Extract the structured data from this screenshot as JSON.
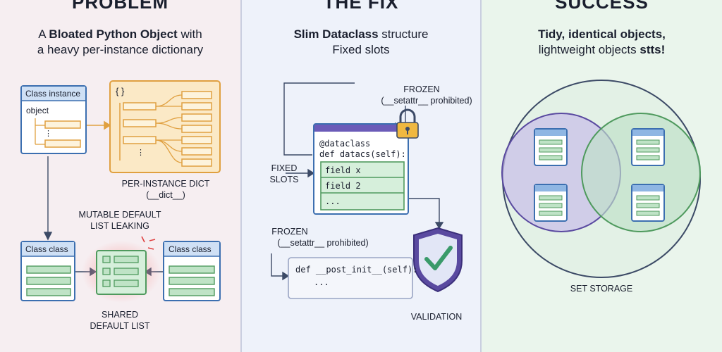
{
  "problem": {
    "heading": "PROBLEM",
    "subtitle_prefix": "A ",
    "subtitle_bold": "Bloated Python Object",
    "subtitle_suffix": " with",
    "subtitle_line2": "a heavy per-instance dictionary",
    "class_instance_title": "Class instance",
    "object_label": "object",
    "dict_brace": "{ }",
    "dict_dots": "⋮",
    "per_instance_dict_label": "PER-INSTANCE DICT",
    "dict_name": "(__dict__)",
    "mutable_default_label": "MUTABLE DEFAULT",
    "list_leaking_label": "LIST LEAKING",
    "class_class_left": "Class class",
    "class_class_right": "Class class",
    "shared_label": "SHARED",
    "default_list_label": "DEFAULT LIST"
  },
  "fix": {
    "heading": "THE FIX",
    "subtitle_bold": "Slim Dataclass",
    "subtitle_suffix": " structure",
    "subtitle_line2": "Fixed slots",
    "frozen_top": "FROZEN",
    "frozen_top_note": "(__setattr__ prohibited)",
    "decorator": "@dataclass",
    "def_line": "def datacs(self):",
    "field1": "field x",
    "field2": "field 2",
    "field3": "...",
    "fixed_label": "FIXED",
    "slots_label": "SLOTS",
    "frozen_bottom": "FROZEN",
    "frozen_bottom_note": "(__setattr__ prohibited)",
    "post_init": "def __post_init__(self):",
    "post_init_body": "...",
    "validation_label": "VALIDATION"
  },
  "success": {
    "heading": "SUCCESS",
    "subtitle_bold1": "Tidy, identical objects,",
    "subtitle_line2_prefix": "lightweight objects ",
    "subtitle_line2_bold": "stts!",
    "set_storage_label": "SET STORAGE"
  },
  "colors": {
    "blue": "#3c6fb0",
    "orange": "#e0a040",
    "green": "#4f9a5e",
    "purple": "#5a4aa0",
    "red_glow": "#f08080"
  }
}
